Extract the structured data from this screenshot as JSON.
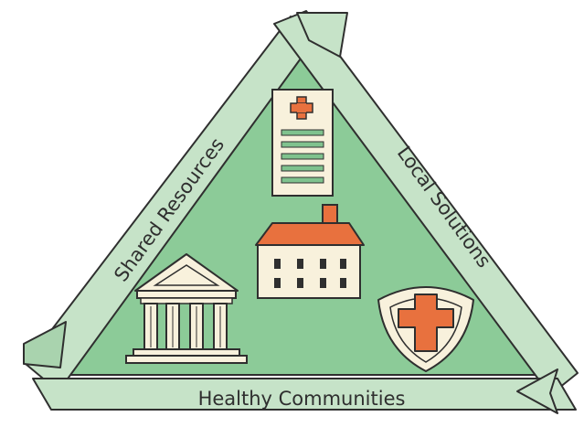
{
  "diagram": {
    "labels": {
      "left": "Shared Resources",
      "right": "Local Solutions",
      "bottom": "Healthy Communities"
    },
    "colors": {
      "triangle_fill": "#8ccb98",
      "ribbon": "#c6e3c8",
      "ribbon_shadow": "#a9d3ae",
      "outline": "#2f2f2f",
      "accent": "#e8713e",
      "cream": "#f8f1dc",
      "stripe": "#7fc28e"
    },
    "icons": [
      "medical-clipboard-icon",
      "clinic-building-icon",
      "courthouse-icon",
      "health-shield-icon"
    ]
  }
}
